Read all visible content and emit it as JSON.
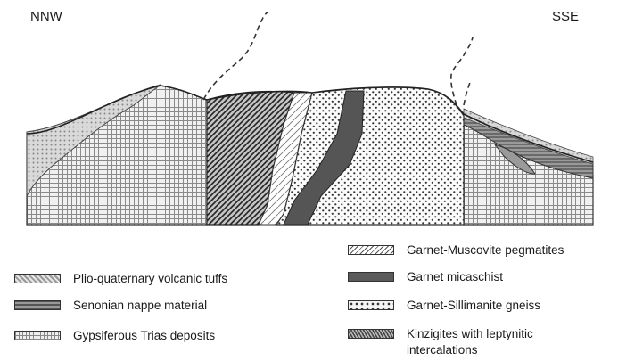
{
  "directions": {
    "left": "NNW",
    "right": "SSE"
  },
  "legend_left": [
    {
      "label": "Plio-quaternary volcanic tuffs",
      "pattern": "tuffs"
    },
    {
      "label": "Senonian nappe material",
      "pattern": "nappe"
    },
    {
      "label": "Gypsiferous Trias deposits",
      "pattern": "trias"
    }
  ],
  "legend_right": [
    {
      "label": "Garnet-Muscovite pegmatites",
      "pattern": "pegmatite"
    },
    {
      "label": "Garnet micaschist",
      "pattern": "micaschist"
    },
    {
      "label": "Garnet-Sillimanite gneiss",
      "pattern": "gneiss"
    },
    {
      "label": "Kinzigites with leptynitic\nintercalations",
      "pattern": "kinzigite"
    }
  ]
}
